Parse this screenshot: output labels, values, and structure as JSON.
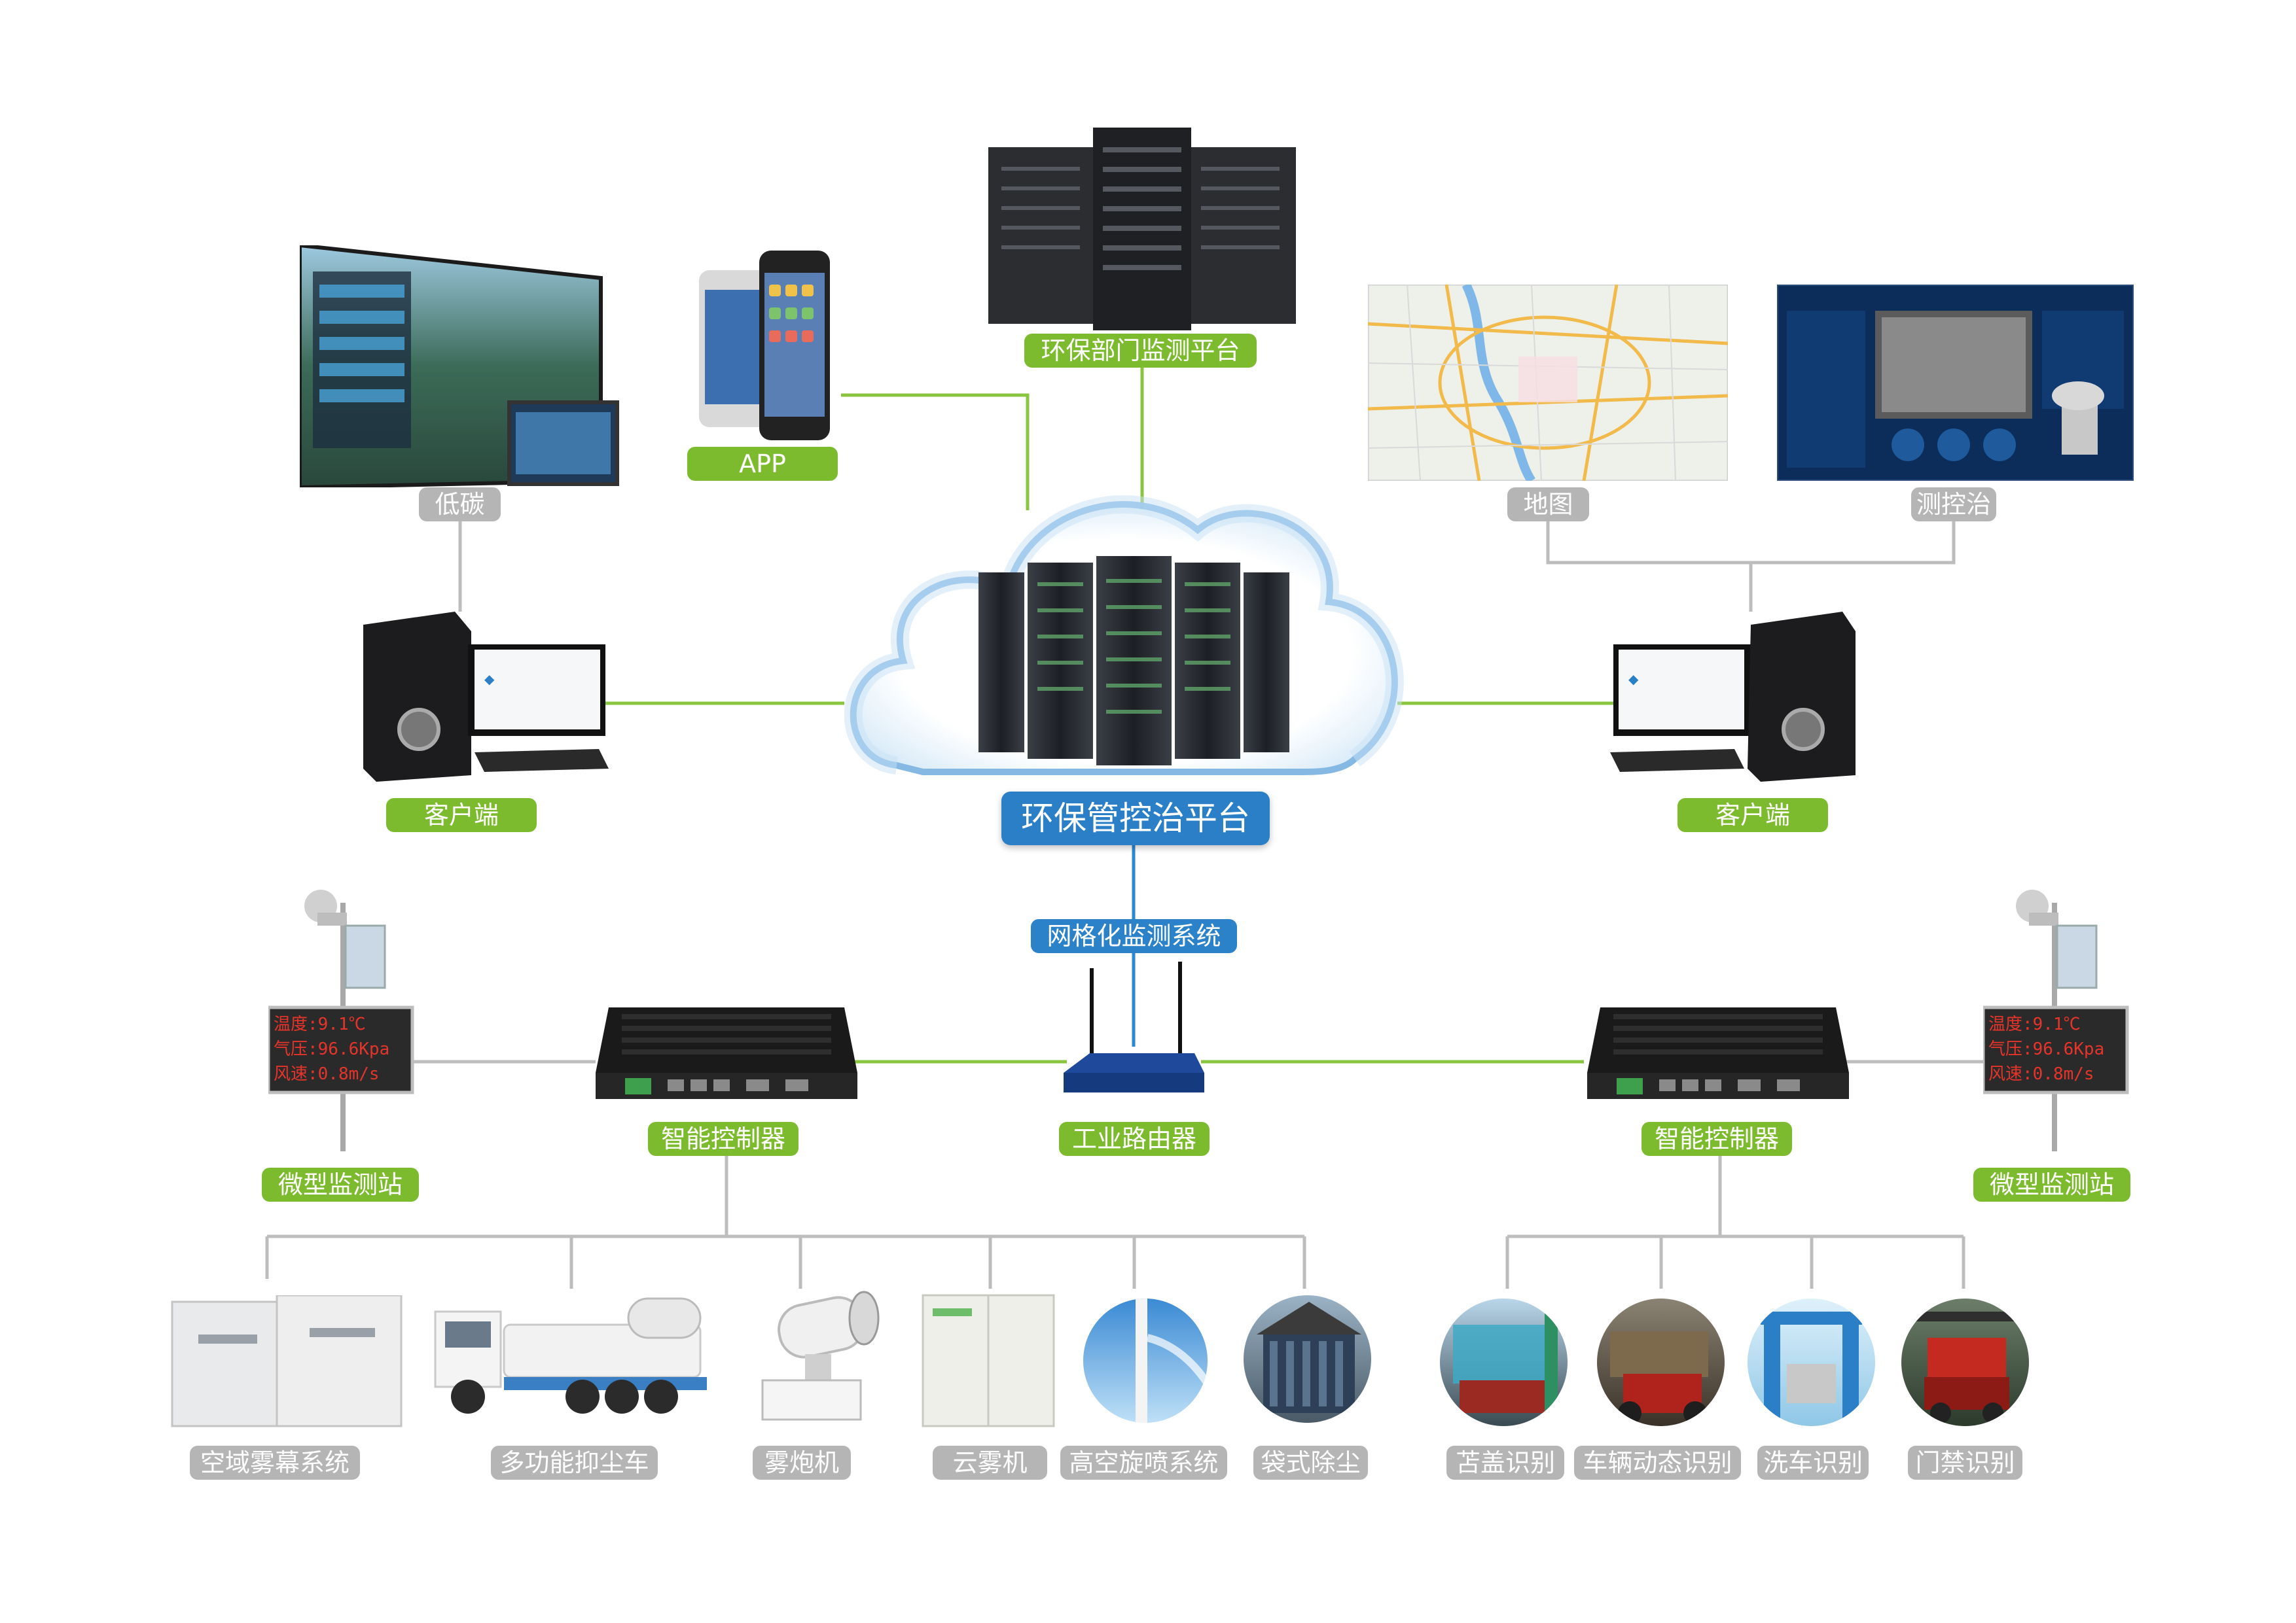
{
  "colors": {
    "green_line": "#8ac540",
    "gray_line": "#bdbdbd",
    "blue_line": "#2c8ad0",
    "green_label": "#7dbb2e",
    "gray_label": "#b5b5b5",
    "blue_label": "#2a7fc6"
  },
  "platform": {
    "label": "环保管控治平台",
    "icon": "cloud-server-icon"
  },
  "top": {
    "monitor_platform": {
      "label": "环保部门监测平台",
      "icon": "server-rack-icon"
    },
    "app": {
      "label": "APP",
      "icon": "smartphone-icon"
    },
    "low_carbon": {
      "label": "低碳",
      "icon": "dashboard-screen-icon"
    },
    "map": {
      "label": "地图",
      "icon": "map-icon"
    },
    "measure_control": {
      "label": "测控治",
      "icon": "video-monitor-icon"
    }
  },
  "clients": {
    "left": {
      "label": "客户端",
      "icon": "desktop-computer-icon"
    },
    "right": {
      "label": "客户端",
      "icon": "desktop-computer-icon"
    }
  },
  "grid_system": {
    "label": "网格化监测系统"
  },
  "router": {
    "label": "工业路由器",
    "icon": "router-icon"
  },
  "controllers": {
    "left": {
      "label": "智能控制器",
      "icon": "controller-box-icon"
    },
    "right": {
      "label": "智能控制器",
      "icon": "controller-box-icon"
    }
  },
  "stations": {
    "left": {
      "label": "微型监测站",
      "icon": "monitor-station-icon"
    },
    "right": {
      "label": "微型监测站",
      "icon": "monitor-station-icon"
    },
    "led_lines": [
      "温度:9.1℃",
      "气压:96.6Kpa",
      "风速:0.8m/s"
    ]
  },
  "left_devices": [
    {
      "label": "空域雾幕系统",
      "icon": "mist-cabinet-icon"
    },
    {
      "label": "多功能抑尘车",
      "icon": "dust-truck-icon"
    },
    {
      "label": "雾炮机",
      "icon": "fog-cannon-icon"
    },
    {
      "label": "云雾机",
      "icon": "cloud-mist-machine-icon"
    },
    {
      "label": "高空旋喷系统",
      "icon": "high-spray-icon"
    },
    {
      "label": "袋式除尘",
      "icon": "bag-dust-collector-icon"
    }
  ],
  "right_devices": [
    {
      "label": "苫盖识别",
      "icon": "cover-recognition-icon"
    },
    {
      "label": "车辆动态识别",
      "icon": "vehicle-recognition-icon"
    },
    {
      "label": "洗车识别",
      "icon": "car-wash-icon"
    },
    {
      "label": "门禁识别",
      "icon": "gate-recognition-icon"
    }
  ]
}
